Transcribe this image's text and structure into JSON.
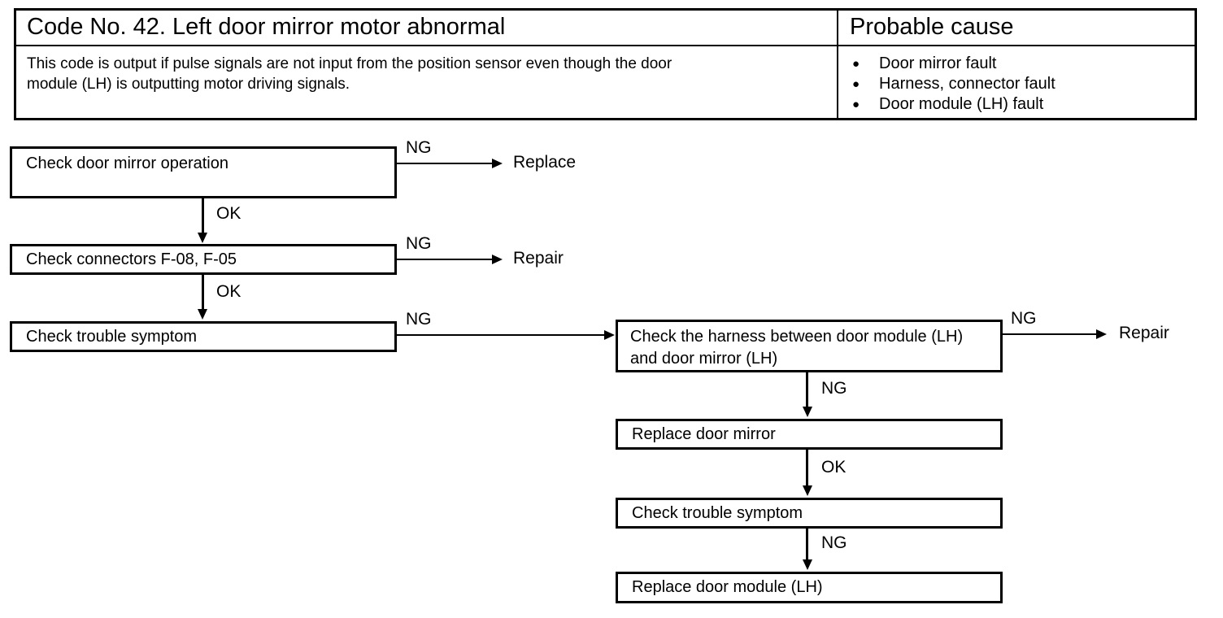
{
  "doc": {
    "code_title": "Code No. 42. Left door mirror motor abnormal",
    "description": "This code is output if pulse signals are not input from the position sensor even though the door module (LH) is outputting motor driving signals.",
    "description_lines": [
      "This code is output if pulse signals are not input from the position sensor even though the door",
      "module (LH) is outputting motor driving signals."
    ],
    "probable_cause_title": "Probable cause",
    "bullet_glyph": "●",
    "probable_causes": [
      "Door mirror fault",
      "Harness, connector fault",
      "Door module (LH) fault"
    ]
  },
  "flow": {
    "boxes": [
      {
        "text": "Check door mirror operation"
      },
      {
        "text": "Check connectors F-08, F-05"
      },
      {
        "text": "Check trouble symptom"
      },
      {
        "text": "Check the harness between door module (LH) and door mirror (LH)"
      },
      {
        "text": "Replace door mirror"
      },
      {
        "text": "Check trouble symptom"
      },
      {
        "text": "Replace door module (LH)"
      }
    ],
    "edges": [
      {
        "label": "NG",
        "result": "Replace"
      },
      {
        "label": "OK"
      },
      {
        "label": "NG",
        "result": "Repair"
      },
      {
        "label": "OK"
      },
      {
        "label": "NG"
      },
      {
        "label": "NG",
        "result": "Repair"
      },
      {
        "label": "NG"
      },
      {
        "label": "OK"
      },
      {
        "label": "NG"
      }
    ],
    "colors": {
      "line": "#000000",
      "background": "#ffffff"
    }
  }
}
